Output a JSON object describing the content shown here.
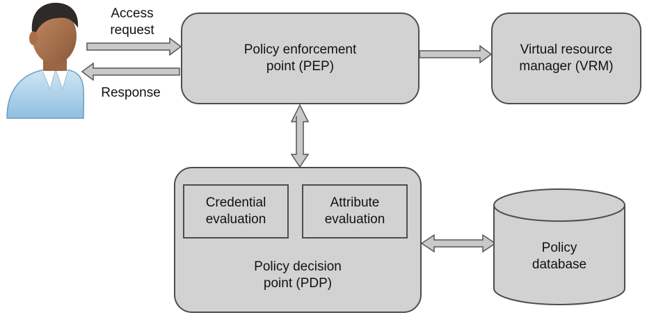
{
  "nodes": {
    "pep": {
      "lines": [
        "Policy enforcement",
        "point (PEP)"
      ]
    },
    "vrm": {
      "lines": [
        "Virtual resource",
        "manager (VRM)"
      ]
    },
    "pdp": {
      "lines": [
        "Policy decision",
        "point (PDP)"
      ]
    },
    "credential_eval": {
      "lines": [
        "Credential",
        "evaluation"
      ]
    },
    "attribute_eval": {
      "lines": [
        "Attribute",
        "evaluation"
      ]
    },
    "policy_db": {
      "lines": [
        "Policy",
        "database"
      ]
    }
  },
  "edges": {
    "access_request": {
      "lines": [
        "Access",
        "request"
      ]
    },
    "response": {
      "lines": [
        "Response"
      ]
    }
  },
  "user": {
    "icon": "user-icon"
  },
  "colors": {
    "box_fill": "#d2d2d2",
    "box_border": "#4d4d4d",
    "arrow_fill": "#c9c9c9",
    "arrow_stroke": "#555555"
  }
}
